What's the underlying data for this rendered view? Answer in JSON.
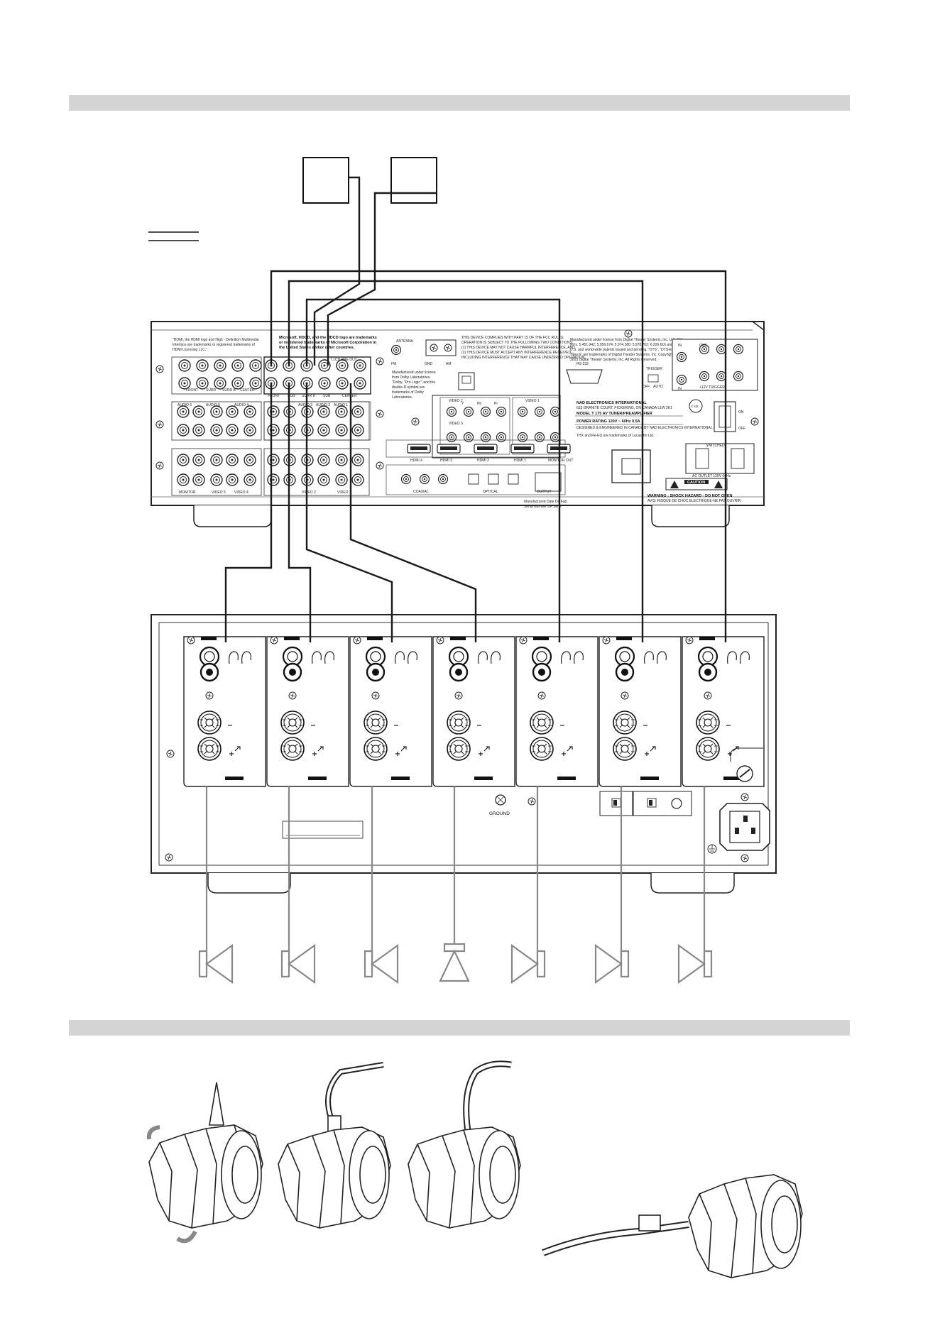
{
  "receiver": {
    "left_notice": "\"HDMI, the HDMI logo and High - Definition Multimedia Interface are trademarks or registered trademarks of HDMI Licensing LLC.\"",
    "ms_notice": "Microsoft, HDCD, and the HDCD logo are trademarks or registered trademarks of Microsoft Corporation in the United States and/or other countries.",
    "dolby_notice": "Manufactured under license from Dolby Laboratories. \"Dolby, \"Pro Logic\", and the double-D symbol are trademarks of Dolby Laboratories.",
    "dts_notice": "Manufactured under license from Digital Theater Systems, Inc. U.S. Pat. No's. 5,451,942; 5,956,674; 5,974,380; 5,978,762; 6,226,616; 6,487,535 and other U.S. and world-wide patents issued and pending. \"DTS\", \"DTS-ES\" and \"Neo:6\" are trademarks of Digital Theater Systems, Inc. Copyright 1996, 2003 Digital Theater Systems, Inc. All Rights Reserved.",
    "fcc_notice": "THIS DEVICE COMPLIES WITH PART 15 OF THE FCC RULES. OPERATION IS SUBJECT TO THE FOLLOWING TWO CONDITIONS: (1) THIS DEVICE MAY NOT CAUSE HARMFUL INTERFERENCE, AND (2) THIS DEVICE MUST ACCEPT ANY INTERFERENCE RECEIVED, INCLUDING INTERFERENCE THAT MAY CAUSE UNDESIRED OPERATION.",
    "antenna": "ANTENNA",
    "fm": "FM",
    "gnd": "GND",
    "am": "AM",
    "rs232": "RS-232",
    "company": "NAD ELECTRONICS INTERNATIONAL",
    "company_sub": "633 GRANITE COURT, PICKERING, ON CANADA L1W 3K1",
    "model": "MODEL T 175 AV TUNER/PREAMPLIFIER",
    "power_rating": "POWER RATING 120V ~ 60Hz 0.5A",
    "designed": "DESIGNED & ENGINEERED IN CANADA BY NAD ELECTRONICS INTERNATIONAL",
    "thx_notice": "THX and Re-EQ are trademarks of Lucasfilm Ltd.",
    "manufactured": "Manufactured Date De Fab.",
    "serial": "Serial Number De Serie",
    "caution": "CAUTION",
    "warning": "WARNING : SHOCK HAZARD - DO NOT OPEN",
    "avis": "AVIS: RISQUE DE CHOC ELECTRIQUE-NE PAS OUVRIR",
    "ac_outlet": "AC OUTLET 120V 60Hz",
    "switched": "SWITCHED",
    "power_on": "ON",
    "power_off": "OFF",
    "trigger": "TRIGGER",
    "trigger_off": "OFF",
    "trigger_auto": "AUTO",
    "ir_in": "IN",
    "ir_out": "OUT",
    "twelve_v": "+12V TRIGGER",
    "ch_front": "FRONT",
    "ch_surr": "SURR",
    "ch_surr_b": "SURR B",
    "ch_center": "CENTER",
    "ch_sub": "SUB",
    "pre_out": "7.1CH PRE OUT",
    "hdmi4": "HDMI 4",
    "hdmi3": "HDMI 3",
    "hdmi2": "HDMI 2",
    "hdmi1": "HDMI 1",
    "monitor_out": "MONITOR OUT",
    "coaxial": "COAXIAL",
    "optical": "OPTICAL",
    "output": "OUTPUT",
    "video1": "VIDEO 1",
    "video2": "VIDEO 2",
    "video3": "VIDEO 3",
    "video4": "VIDEO 4",
    "video5": "VIDEO 5",
    "audio1": "AUDIO 1",
    "audio2": "AUDIO 2",
    "audio3": "AUDIO 3",
    "audio4": "AUDIO 4",
    "audio5": "AUDIO 5",
    "audio6": "AUDIO 6",
    "monitor": "MONITOR",
    "y": "Y",
    "pb": "Pb",
    "pr": "Pr"
  },
  "amplifier": {
    "ground": "GROUND"
  },
  "colors": {
    "line": "#1a1a1a",
    "speaker_line": "#888888",
    "section_bar": "#d4d4d4",
    "panel_fill": "#ffffff"
  },
  "icons": [
    "speaker-icon",
    "subwoofer-icon",
    "binding-post-icon",
    "banana-plug-icon",
    "spade-lug-icon"
  ]
}
